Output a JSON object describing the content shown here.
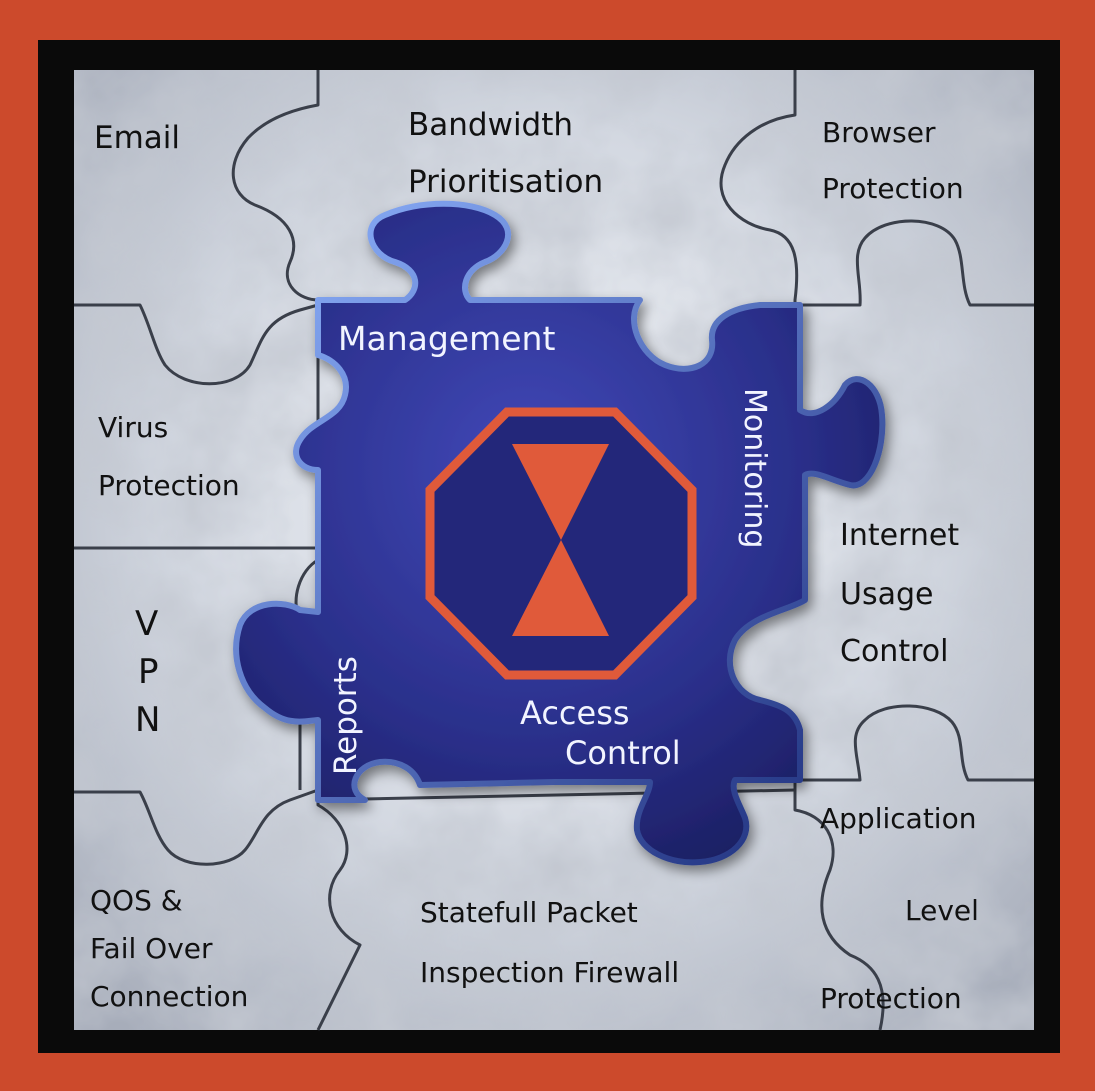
{
  "tiles": {
    "email": [
      "Email"
    ],
    "bandwidth": [
      "Bandwidth",
      "Prioritisation"
    ],
    "browser": [
      "Browser",
      "Protection"
    ],
    "virus": [
      "Virus",
      "Protection"
    ],
    "vpn": [
      "V",
      "P",
      "N"
    ],
    "internet": [
      "Internet",
      "Usage",
      "Control"
    ],
    "qos": [
      "QOS &",
      "Fail Over",
      "Connection"
    ],
    "stateful": [
      "Statefull Packet",
      "Inspection Firewall"
    ],
    "application": [
      "Application",
      "Level",
      "Protection"
    ]
  },
  "center": {
    "management": "Management",
    "monitoring": "Monitoring",
    "reports": "Reports",
    "access": [
      "Access",
      "Control"
    ]
  },
  "colors": {
    "frame": "#cc4a2c",
    "center_piece": "#2a2f8a",
    "octagon_border": "#e05a3a",
    "marble": "#c9ced8"
  }
}
